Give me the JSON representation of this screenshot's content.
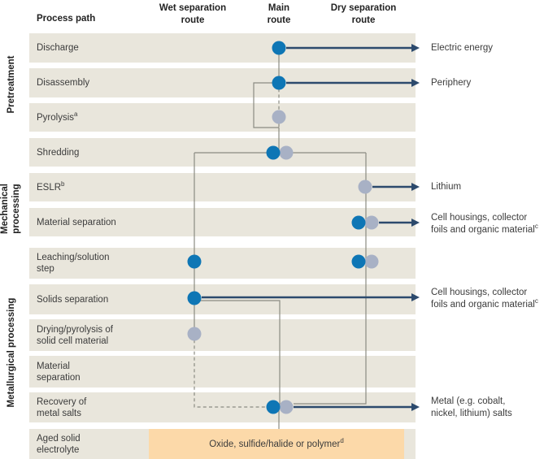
{
  "figure": {
    "corner_label": "Process path",
    "columns": [
      {
        "id": "wet",
        "lines": [
          "Wet separation",
          "route"
        ]
      },
      {
        "id": "main",
        "lines": [
          "Main",
          "route"
        ]
      },
      {
        "id": "dry",
        "lines": [
          "Dry separation",
          "route"
        ]
      }
    ],
    "groups": [
      {
        "id": "pretreatment",
        "lines": [
          "Pretreatment"
        ]
      },
      {
        "id": "mechanical",
        "lines": [
          "Mechanical",
          "processing"
        ]
      },
      {
        "id": "metallurgical",
        "lines": [
          "Metallurgical processing"
        ]
      }
    ],
    "rows": [
      {
        "lines": [
          "Discharge"
        ],
        "dots": [
          {
            "route": "main",
            "color": "blue"
          }
        ]
      },
      {
        "lines": [
          "Disassembly"
        ],
        "dots": [
          {
            "route": "main",
            "color": "blue"
          }
        ]
      },
      {
        "lines": [
          "Pyrolysis"
        ],
        "sup": "a",
        "dots": [
          {
            "route": "main",
            "color": "gray"
          }
        ]
      },
      {
        "lines": [
          "Shredding"
        ],
        "dots": [
          {
            "route": "main",
            "color": "blue"
          },
          {
            "route": "main",
            "color": "gray"
          }
        ]
      },
      {
        "lines": [
          "ESLR"
        ],
        "sup": "b",
        "dots": [
          {
            "route": "dry",
            "color": "gray"
          }
        ]
      },
      {
        "lines": [
          "Material separation"
        ],
        "dots": [
          {
            "route": "dry",
            "color": "blue"
          },
          {
            "route": "dry",
            "color": "gray"
          }
        ]
      },
      {
        "lines": [
          "Leaching/solution",
          "step"
        ],
        "dots": [
          {
            "route": "wet",
            "color": "blue"
          },
          {
            "route": "dry",
            "color": "blue"
          },
          {
            "route": "dry",
            "color": "gray"
          }
        ]
      },
      {
        "lines": [
          "Solids separation"
        ],
        "dots": [
          {
            "route": "wet",
            "color": "blue"
          }
        ]
      },
      {
        "lines": [
          "Drying/pyrolysis of",
          "solid cell material"
        ],
        "dots": [
          {
            "route": "wet",
            "color": "gray"
          }
        ]
      },
      {
        "lines": [
          "Material",
          "separation"
        ],
        "dots": []
      },
      {
        "lines": [
          "Recovery of",
          "metal salts"
        ],
        "dots": [
          {
            "route": "main",
            "color": "blue"
          },
          {
            "route": "main",
            "color": "gray"
          }
        ]
      },
      {
        "lines": [
          "Aged solid",
          "electrolyte"
        ],
        "dots": []
      }
    ],
    "outputs": [
      {
        "from_row": "Discharge",
        "lines": [
          "Electric energy"
        ]
      },
      {
        "from_row": "Disassembly",
        "lines": [
          "Periphery"
        ]
      },
      {
        "from_row": "ESLR",
        "lines": [
          "Lithium"
        ]
      },
      {
        "from_row": "Material separation",
        "lines": [
          "Cell housings, collector",
          "foils and organic material"
        ],
        "sup": "c"
      },
      {
        "from_row": "Solids separation",
        "lines": [
          "Cell housings, collector",
          "foils and organic material"
        ],
        "sup": "c"
      },
      {
        "from_row": "Recovery of metal salts",
        "lines": [
          "Metal (e.g. cobalt,",
          "nickel, lithium) salts"
        ]
      }
    ],
    "bottom_bar": {
      "text": "Oxide, sulfide/halide or polymer",
      "sup": "d"
    },
    "colors": {
      "blue_dot": "#0e76b5",
      "gray_dot": "#a8b1c5",
      "arrow": "#2c4a6d",
      "connector_line": "#8b8b82",
      "row_band": "#e9e6dc",
      "orange_bar": "#fcd9a9",
      "background": "#ffffff"
    }
  }
}
